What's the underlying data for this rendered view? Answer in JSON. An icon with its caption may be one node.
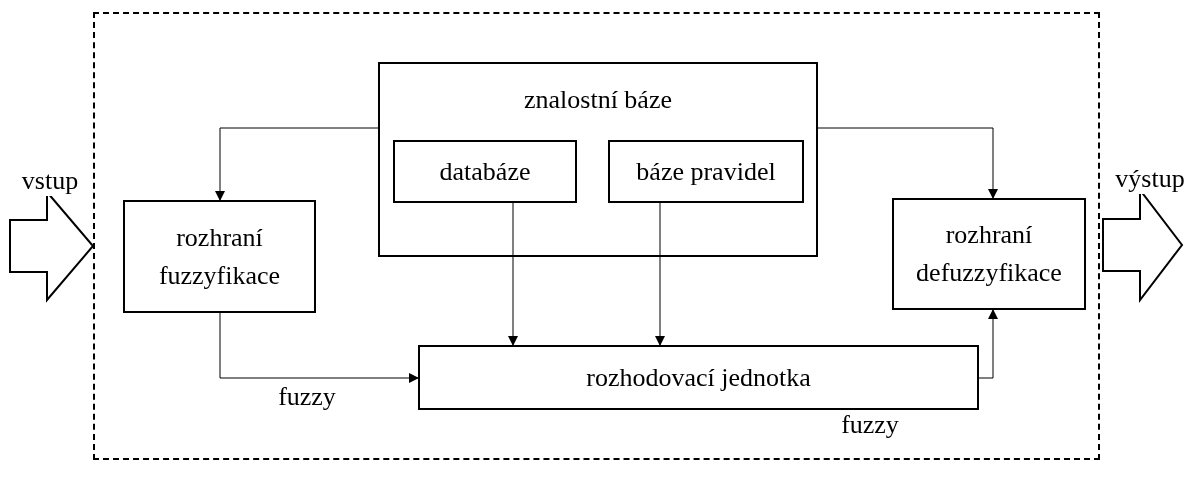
{
  "diagram": {
    "nodes": [
      {
        "text": [],
        "shape": "box"
      },
      {
        "text": [
          "znalostní báze"
        ],
        "in": 0
      },
      {
        "text": [
          "databáze"
        ],
        "in": 1
      },
      {
        "text": [
          "báze pravidel"
        ],
        "in": 1
      },
      {
        "text": [
          "rozhraní fuzzyfikace"
        ],
        "in": 0
      },
      {
        "text": [
          "rozhraní defuzzyfikace"
        ],
        "in": 0
      },
      {
        "text": [
          "rozhodovací jednotka"
        ],
        "in": 0
      }
    ],
    "edges": [
      {
        "from": null,
        "to": 0,
        "arrow": "to",
        "style": "thick",
        "label": "vstup"
      },
      {
        "from": 0,
        "to": null,
        "arrow": "to",
        "style": "thick",
        "label": "výstup"
      },
      {
        "from": 1,
        "to": 4,
        "arrow": "to"
      },
      {
        "from": 1,
        "to": 5,
        "arrow": "to"
      },
      {
        "from": 2,
        "to": 6,
        "arrow": "to"
      },
      {
        "from": 3,
        "to": 6,
        "arrow": "to"
      },
      {
        "from": 4,
        "to": 6,
        "arrow": "to",
        "label": "fuzzy"
      },
      {
        "from": 6,
        "to": 5,
        "arrow": "to",
        "label": "fuzzy"
      }
    ]
  }
}
